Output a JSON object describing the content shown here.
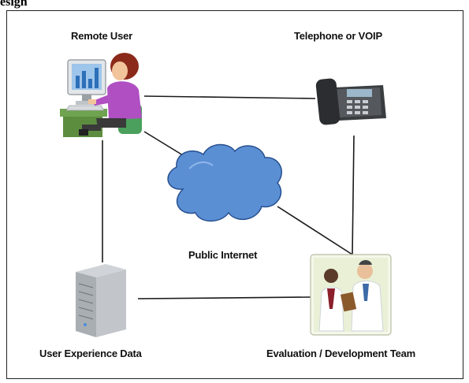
{
  "caption": "esign",
  "nodes": {
    "remote_user": {
      "label": "Remote User"
    },
    "telephone": {
      "label": "Telephone or VOIP"
    },
    "internet": {
      "label": "Public Internet"
    },
    "user_data": {
      "label": "User Experience Data"
    },
    "team": {
      "label": "Evaluation / Development Team"
    }
  },
  "colors": {
    "cloud": "#5b8fd4",
    "cloud_stroke": "#27508f",
    "connector": "#1a1a1a",
    "shirt": "#b04fc2",
    "hair": "#8b2a1a"
  }
}
